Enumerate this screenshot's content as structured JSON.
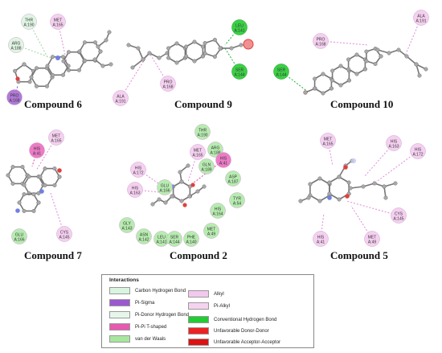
{
  "compounds": [
    {
      "caption": "Compound 6",
      "residues": [
        {
          "label": "THR A:190",
          "type": "carbon-hydrogen"
        },
        {
          "label": "MET A:165",
          "type": "alkyl"
        },
        {
          "label": "ARG A:188",
          "type": "carbon-hydrogen"
        },
        {
          "label": "PRO A:168",
          "type": "pi-sigma"
        }
      ]
    },
    {
      "caption": "Compound 9",
      "residues": [
        {
          "label": "LEU A:141",
          "type": "conventional-hbond"
        },
        {
          "label": "SER A:144",
          "type": "conventional-hbond"
        },
        {
          "label": "ALA A:191",
          "type": "alkyl"
        },
        {
          "label": "PRO A:168",
          "type": "alkyl"
        }
      ]
    },
    {
      "caption": "Compound 10",
      "residues": [
        {
          "label": "PRO A:168",
          "type": "alkyl"
        },
        {
          "label": "ALA A:191",
          "type": "alkyl"
        },
        {
          "label": "SER A:144",
          "type": "conventional-hbond"
        }
      ]
    },
    {
      "caption": "Compound 7",
      "residues": [
        {
          "label": "HIS A:41",
          "type": "pi-pi-t-shaped"
        },
        {
          "label": "MET A:165",
          "type": "alkyl"
        },
        {
          "label": "CYS A:145",
          "type": "alkyl"
        },
        {
          "label": "GLU A:166",
          "type": "van-der-waals"
        }
      ]
    },
    {
      "caption": "Compound 2",
      "residues": [
        {
          "label": "THR A:190",
          "type": "van-der-waals"
        },
        {
          "label": "MET A:165",
          "type": "alkyl"
        },
        {
          "label": "ARG A:188",
          "type": "van-der-waals"
        },
        {
          "label": "HIS A:172",
          "type": "alkyl"
        },
        {
          "label": "GLN A:189",
          "type": "van-der-waals"
        },
        {
          "label": "HIS A:41",
          "type": "pi-pi-t-shaped"
        },
        {
          "label": "HIS A:163",
          "type": "alkyl"
        },
        {
          "label": "GLU A:166",
          "type": "van-der-waals"
        },
        {
          "label": "ASP A:187",
          "type": "van-der-waals"
        },
        {
          "label": "TYR A:54",
          "type": "van-der-waals"
        },
        {
          "label": "HIS A:164",
          "type": "van-der-waals"
        },
        {
          "label": "GLY A:143",
          "type": "van-der-waals"
        },
        {
          "label": "MET A:49",
          "type": "van-der-waals"
        },
        {
          "label": "ASN A:142",
          "type": "van-der-waals"
        },
        {
          "label": "LEU A:141",
          "type": "van-der-waals"
        },
        {
          "label": "SER A:144",
          "type": "van-der-waals"
        },
        {
          "label": "PHE A:140",
          "type": "van-der-waals"
        }
      ]
    },
    {
      "caption": "Compound 5",
      "residues": [
        {
          "label": "MET A:165",
          "type": "alkyl"
        },
        {
          "label": "HIS A:163",
          "type": "alkyl"
        },
        {
          "label": "HIS A:172",
          "type": "alkyl"
        },
        {
          "label": "CYS A:145",
          "type": "alkyl"
        },
        {
          "label": "HIS A:41",
          "type": "alkyl"
        },
        {
          "label": "MET A:49",
          "type": "alkyl"
        }
      ]
    }
  ],
  "legend": {
    "title": "Interactions",
    "items": [
      {
        "label": "Carbon Hydrogen Bond",
        "color": "#d9f5e0"
      },
      {
        "label": "Pi-Sigma",
        "color": "#9b59d0"
      },
      {
        "label": "Pi-Donor Hydrogen Bond",
        "color": "#e6f7ea"
      },
      {
        "label": "Pi-Pi T-shaped",
        "color": "#e75ab0"
      },
      {
        "label": "van der Waals",
        "color": "#a8e6a0"
      },
      {
        "label": "Alkyl",
        "color": "#f3c8ee"
      },
      {
        "label": "Pi-Alkyl",
        "color": "#f5d3f0"
      },
      {
        "label": "Conventional Hydrogen Bond",
        "color": "#22cc33"
      },
      {
        "label": "Unfavorable Donor-Donor",
        "color": "#ee2222"
      },
      {
        "label": "Unfavorable Acceptor-Acceptor",
        "color": "#dd1111"
      }
    ]
  },
  "colors": {
    "carbon-hydrogen": "#dff5e3",
    "alkyl": "#f5d0f0",
    "pi-sigma": "#b07ad8",
    "pi-pi-t-shaped": "#ec7cc6",
    "van-der-waals": "#b7ecb0",
    "conventional-hbond": "#3bd045",
    "atom": "#a8a8a8",
    "oxygen": "#e04040",
    "nitrogen": "#7080e0"
  }
}
